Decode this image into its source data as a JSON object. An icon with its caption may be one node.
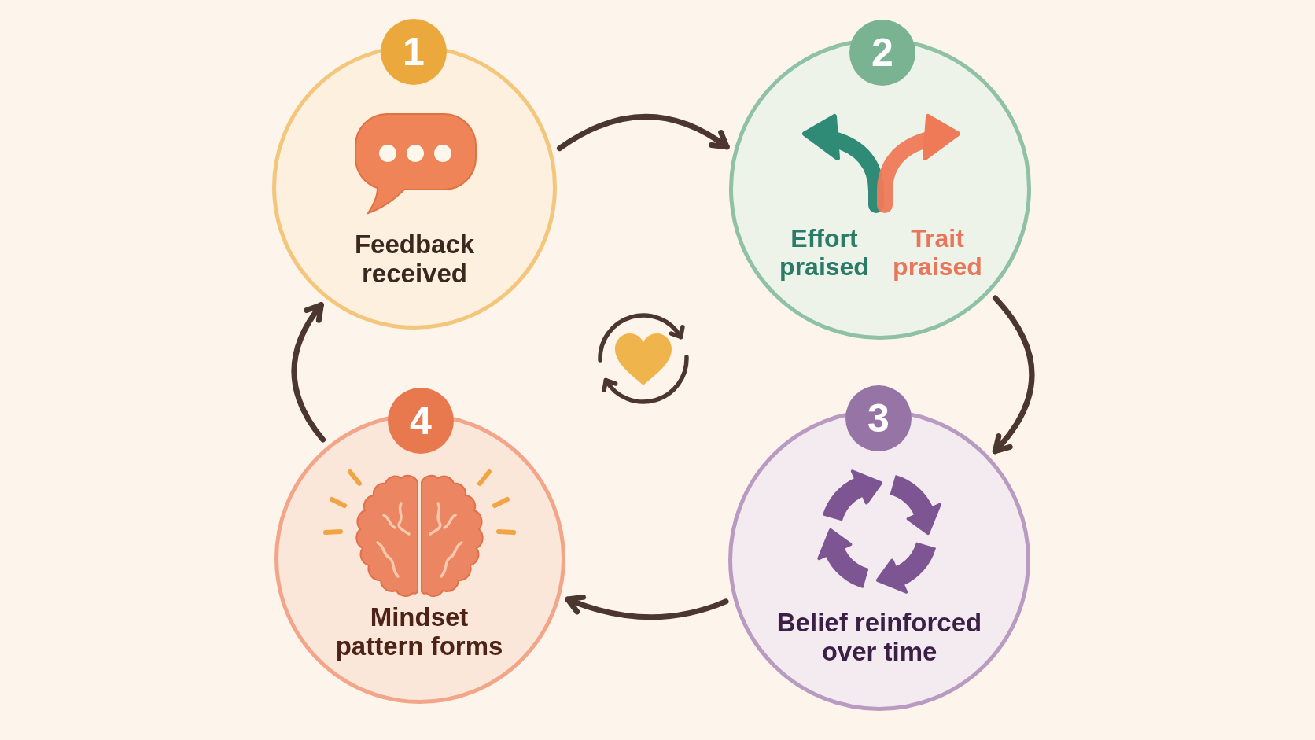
{
  "diagram": {
    "nodes": [
      {
        "text": [
          "1"
        ]
      },
      {
        "text": [
          "Feedback received"
        ]
      },
      {
        "text": [
          "2"
        ]
      },
      {
        "text": [
          "Effort praised",
          "Trait praised"
        ]
      },
      {
        "text": [
          "3"
        ]
      },
      {
        "text": [
          "Belief reinforced over time"
        ]
      },
      {
        "text": [
          "4"
        ]
      },
      {
        "text": [
          "Mindset pattern forms"
        ]
      }
    ],
    "edges": [
      {
        "from": 1,
        "to": 3,
        "arrow": "to"
      },
      {
        "from": 3,
        "to": 5,
        "arrow": "to"
      },
      {
        "from": 5,
        "to": 7,
        "arrow": "to"
      },
      {
        "from": 7,
        "to": 1,
        "arrow": "to"
      }
    ]
  }
}
